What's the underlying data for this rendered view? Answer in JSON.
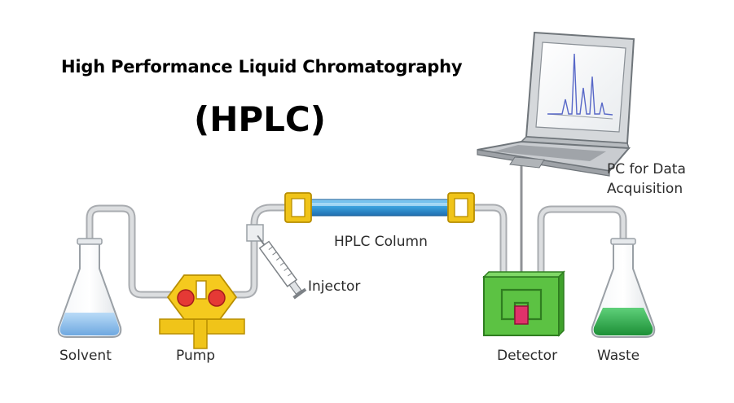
{
  "title": "High Performance Liquid Chromatography",
  "subtitle": "(HPLC)",
  "labels": {
    "solvent": "Solvent",
    "pump": "Pump",
    "column": "HPLC Column",
    "injector": "Injector",
    "detector": "Detector",
    "waste": "Waste",
    "pc_line1": "PC for Data",
    "pc_line2": "Acquisition"
  },
  "colors": {
    "tubing": "#c7c9cc",
    "column": "#3aa0dc",
    "fitting": "#f0c419",
    "pump": "#f0c419",
    "pump_port": "#e53935",
    "detector": "#5cc243",
    "detector_cell": "#e0326a",
    "solvent_liquid": "#9cc8f0",
    "waste_liquid": "#2fae4a"
  }
}
